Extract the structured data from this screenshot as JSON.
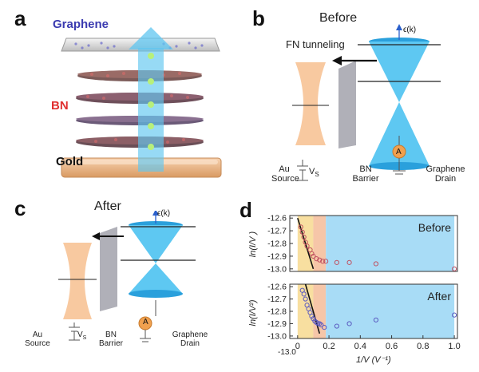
{
  "panel_a": {
    "letter": "a",
    "graphene_label": "Graphene",
    "bn_label": "BN",
    "gold_label": "Gold",
    "colors": {
      "graphene": "#3b3bb0",
      "bn": "#e03030",
      "arrow": "#5fc6f0",
      "gold": "#f1b98a"
    }
  },
  "panel_b": {
    "letter": "b",
    "title": "Before",
    "fn_label": "FN tunneling",
    "energy_label": "ϵ(k)",
    "ammeter": "A",
    "source_label_1": "Au",
    "source_label_2": "Source",
    "vs_main": "V",
    "vs_sub": "S",
    "barrier_label_1": "BN",
    "barrier_label_2": "Barrier",
    "drain_label_1": "Graphene",
    "drain_label_2": "Drain"
  },
  "panel_c": {
    "letter": "c",
    "title": "After",
    "energy_label": "ϵ(k)",
    "ammeter": "A",
    "source_label_1": "Au",
    "source_label_2": "Source",
    "vs_main": "V",
    "vs_sub": "S",
    "barrier_label_1": "BN",
    "barrier_label_2": "Barrier",
    "drain_label_1": "Graphene",
    "drain_label_2": "Drain"
  },
  "panel_d": {
    "letter": "d",
    "xlabel": "1/V (V⁻¹)",
    "top_ylabel": "ln(I/V )",
    "bottom_ylabel": "ln(I/V²)",
    "extra_tick": "-13.0"
  },
  "chart_data": [
    {
      "type": "scatter",
      "title": "Before",
      "ylabel": "ln(I/V )",
      "xlabel": "",
      "xlim": [
        -0.05,
        1.02
      ],
      "ylim": [
        -13.02,
        -12.58
      ],
      "yticks": [
        "-12.6",
        "-12.7",
        "-12.8",
        "-12.9",
        "-13.0"
      ],
      "xticks": [],
      "series": [
        {
          "values": [
            [
              0.02,
              -12.67
            ],
            [
              0.03,
              -12.71
            ],
            [
              0.04,
              -12.75
            ],
            [
              0.05,
              -12.79
            ],
            [
              0.06,
              -12.82
            ],
            [
              0.08,
              -12.85
            ],
            [
              0.09,
              -12.88
            ],
            [
              0.1,
              -12.9
            ],
            [
              0.12,
              -12.92
            ],
            [
              0.14,
              -12.93
            ],
            [
              0.16,
              -12.94
            ],
            [
              0.18,
              -12.94
            ],
            [
              0.25,
              -12.95
            ],
            [
              0.33,
              -12.95
            ],
            [
              0.5,
              -12.96
            ],
            [
              1.0,
              -13.0
            ]
          ]
        }
      ],
      "fit_line": [
        [
          0.0,
          -12.6
        ],
        [
          0.1,
          -13.0
        ]
      ],
      "regions": [
        {
          "x": [
            0,
            0.1
          ],
          "color": "#f8dfa0"
        },
        {
          "x": [
            0.1,
            0.18
          ],
          "color": "#f6c6a8"
        },
        {
          "x": [
            0.18,
            1.0
          ],
          "color": "#a8dcf6"
        }
      ]
    },
    {
      "type": "scatter",
      "title": "After",
      "ylabel": "ln(I/V²)",
      "xlabel": "1/V (V⁻¹)",
      "xlim": [
        -0.05,
        1.02
      ],
      "ylim": [
        -13.02,
        -12.58
      ],
      "yticks": [
        "-12.6",
        "-12.7",
        "-12.8",
        "-12.9",
        "-13.0"
      ],
      "xticks": [
        "0",
        "0.2",
        "0.4",
        "0.6",
        "0.8",
        "1.0"
      ],
      "series": [
        {
          "values": [
            [
              0.03,
              -12.63
            ],
            [
              0.04,
              -12.66
            ],
            [
              0.05,
              -12.7
            ],
            [
              0.06,
              -12.75
            ],
            [
              0.07,
              -12.78
            ],
            [
              0.08,
              -12.81
            ],
            [
              0.09,
              -12.84
            ],
            [
              0.1,
              -12.86
            ],
            [
              0.11,
              -12.88
            ],
            [
              0.12,
              -12.89
            ],
            [
              0.13,
              -12.9
            ],
            [
              0.14,
              -12.9
            ],
            [
              0.15,
              -12.91
            ],
            [
              0.17,
              -12.93
            ],
            [
              0.25,
              -12.92
            ],
            [
              0.33,
              -12.9
            ],
            [
              0.5,
              -12.87
            ],
            [
              1.0,
              -12.83
            ]
          ]
        }
      ],
      "fit_line": [
        [
          0.05,
          -12.58
        ],
        [
          0.14,
          -12.98
        ]
      ],
      "regions": [
        {
          "x": [
            0,
            0.1
          ],
          "color": "#f8dfa0"
        },
        {
          "x": [
            0.1,
            0.18
          ],
          "color": "#f6c6a8"
        },
        {
          "x": [
            0.18,
            1.0
          ],
          "color": "#a8dcf6"
        }
      ]
    }
  ]
}
